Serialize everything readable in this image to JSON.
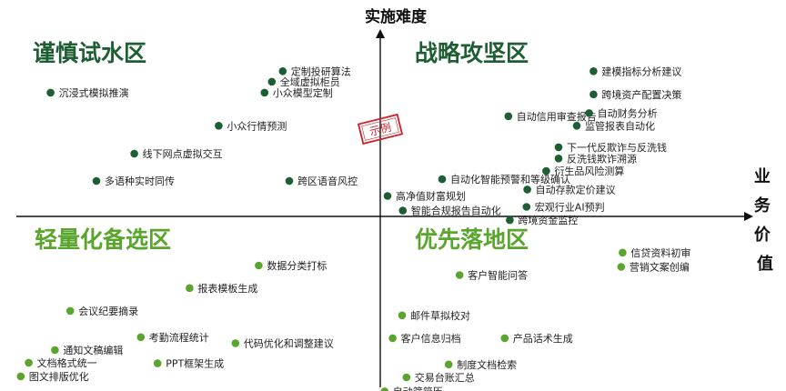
{
  "chart_data": {
    "type": "scatter",
    "title": "",
    "xlabel": "业务价值",
    "ylabel": "实施难度",
    "xlim": [
      0,
      100
    ],
    "ylim": [
      0,
      100
    ],
    "grid": false,
    "legend": "none",
    "stamp": "示例",
    "colors": {
      "dark": "#1d5e32",
      "light": "#5aa52d",
      "stamp": "#d11f2b",
      "axis": "#111111"
    },
    "quadrants": [
      {
        "name": "谨慎试水区",
        "tone": "dark"
      },
      {
        "name": "战略攻坚区",
        "tone": "dark"
      },
      {
        "name": "轻量化备选区",
        "tone": "light"
      },
      {
        "name": "优先落地区",
        "tone": "light"
      }
    ],
    "points": [
      {
        "label": "定制投研算法",
        "x": 36.6,
        "y": 89.8,
        "tone": "dark"
      },
      {
        "label": "全域虚拟柜员",
        "x": 35.1,
        "y": 86.7,
        "tone": "dark"
      },
      {
        "label": "小众模型定制",
        "x": 34.1,
        "y": 83.5,
        "tone": "dark"
      },
      {
        "label": "沉浸式模拟推演",
        "x": 4.7,
        "y": 83.5,
        "tone": "dark"
      },
      {
        "label": "小众行情预测",
        "x": 27.8,
        "y": 73.8,
        "tone": "dark"
      },
      {
        "label": "线下网点虚拟交互",
        "x": 16.2,
        "y": 65.6,
        "tone": "dark"
      },
      {
        "label": "多语种实时同传",
        "x": 11.0,
        "y": 57.6,
        "tone": "dark"
      },
      {
        "label": "跨区语音风控",
        "x": 37.5,
        "y": 57.6,
        "tone": "dark"
      },
      {
        "label": "建模指标分析建议",
        "x": 79.3,
        "y": 89.8,
        "tone": "dark"
      },
      {
        "label": "跨境资产配置决策",
        "x": 79.3,
        "y": 83.0,
        "tone": "dark"
      },
      {
        "label": "自动信用审查报告",
        "x": 67.6,
        "y": 76.6,
        "tone": "dark"
      },
      {
        "label": "自动财务分析",
        "x": 78.7,
        "y": 77.5,
        "tone": "dark"
      },
      {
        "label": "监管报表自动化",
        "x": 77.0,
        "y": 73.8,
        "tone": "dark"
      },
      {
        "label": "下一代反欺诈与反洗钱",
        "x": 74.5,
        "y": 67.5,
        "tone": "dark"
      },
      {
        "label": "反洗钱欺诈溯源",
        "x": 74.5,
        "y": 64.2,
        "tone": "dark"
      },
      {
        "label": "衍生品风险测算",
        "x": 72.8,
        "y": 60.5,
        "tone": "dark"
      },
      {
        "label": "自动化智能预警和等级确认",
        "x": 58.5,
        "y": 58.1,
        "tone": "dark"
      },
      {
        "label": "自动存款定价建议",
        "x": 70.2,
        "y": 55.1,
        "tone": "dark"
      },
      {
        "label": "高净值财富规划",
        "x": 51.0,
        "y": 53.2,
        "tone": "dark"
      },
      {
        "label": "宏观行业AI预判",
        "x": 70.1,
        "y": 50.0,
        "tone": "dark"
      },
      {
        "label": "智能合规报告自动化",
        "x": 53.1,
        "y": 48.9,
        "tone": "dark"
      },
      {
        "label": "跨境资金监控",
        "x": 67.8,
        "y": 46.1,
        "tone": "dark"
      },
      {
        "label": "信贷资料初审",
        "x": 83.3,
        "y": 36.6,
        "tone": "light"
      },
      {
        "label": "营销文案创编",
        "x": 83.1,
        "y": 32.4,
        "tone": "light"
      },
      {
        "label": "客户智能问答",
        "x": 60.9,
        "y": 30.0,
        "tone": "light"
      },
      {
        "label": "数据分类打标",
        "x": 33.3,
        "y": 32.8,
        "tone": "light"
      },
      {
        "label": "报表模板生成",
        "x": 23.8,
        "y": 26.2,
        "tone": "light"
      },
      {
        "label": "会议纪要摘录",
        "x": 7.4,
        "y": 19.5,
        "tone": "light"
      },
      {
        "label": "邮件草拟校对",
        "x": 53.0,
        "y": 18.2,
        "tone": "light"
      },
      {
        "label": "考勤流程统计",
        "x": 17.1,
        "y": 11.8,
        "tone": "light"
      },
      {
        "label": "客户信息归档",
        "x": 51.7,
        "y": 11.5,
        "tone": "light"
      },
      {
        "label": "产品话术生成",
        "x": 67.1,
        "y": 11.5,
        "tone": "light"
      },
      {
        "label": "代码优化和调整建议",
        "x": 30.1,
        "y": 10.0,
        "tone": "light"
      },
      {
        "label": "通知文稿编辑",
        "x": 5.3,
        "y": 8.0,
        "tone": "light"
      },
      {
        "label": "文档格式统一",
        "x": 1.7,
        "y": 4.3,
        "tone": "light"
      },
      {
        "label": "PPT框架生成",
        "x": 19.4,
        "y": 4.1,
        "tone": "light"
      },
      {
        "label": "制度文档检索",
        "x": 59.4,
        "y": 3.8,
        "tone": "light"
      },
      {
        "label": "图文排版优化",
        "x": 0.6,
        "y": 0.3,
        "tone": "light"
      },
      {
        "label": "交易台账汇总",
        "x": 53.6,
        "y": 0.0,
        "tone": "light"
      },
      {
        "label": "自动筛简历",
        "x": 50.6,
        "y": -4.1,
        "tone": "light"
      }
    ]
  }
}
